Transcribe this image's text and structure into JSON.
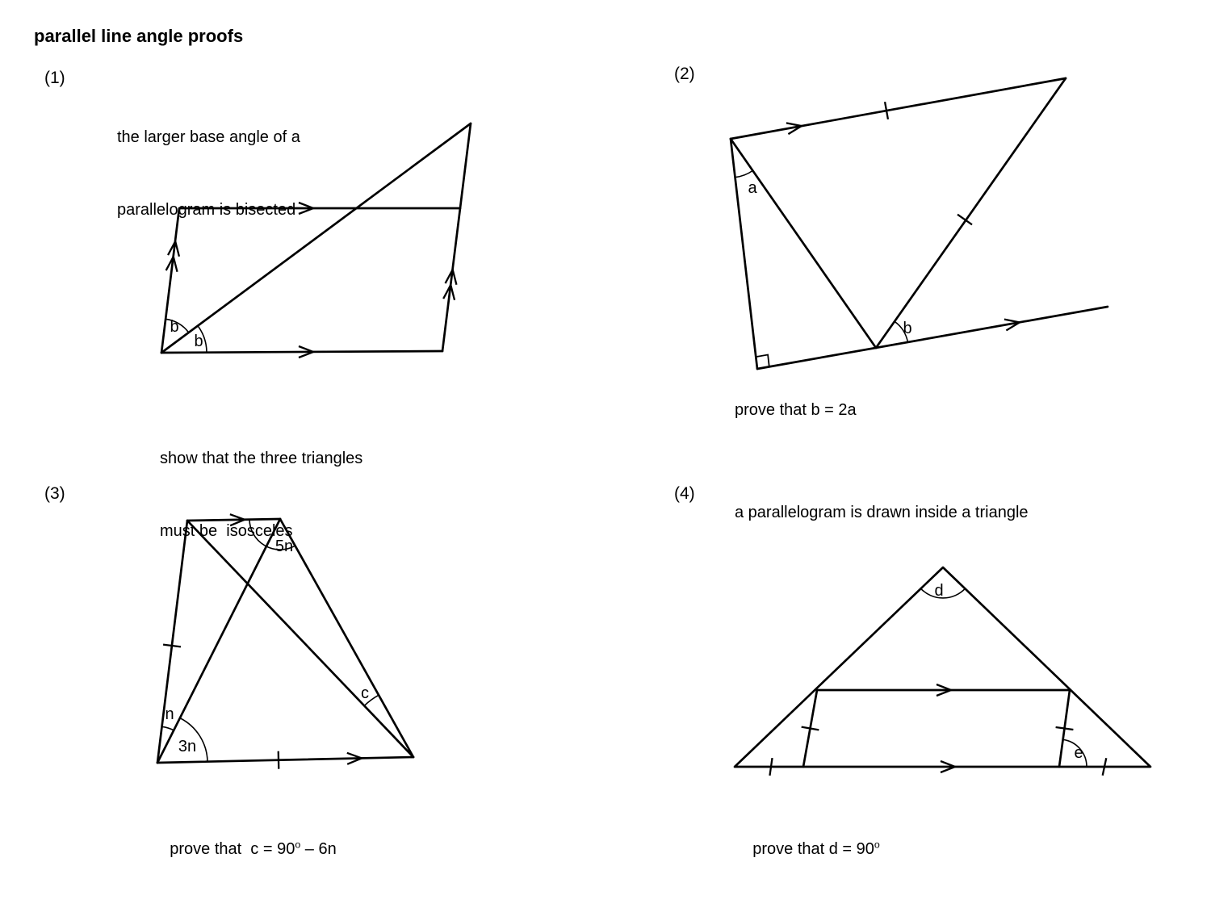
{
  "page": {
    "title": "parallel line angle proofs"
  },
  "problems": {
    "p1": {
      "number": "(1)",
      "description": [
        "the larger base angle of a",
        "parallelogram is bisected"
      ],
      "labels": {
        "b_upper": "b",
        "b_lower": "b"
      },
      "caption": [
        "show that the three triangles",
        "must be  isosceles"
      ]
    },
    "p2": {
      "number": "(2)",
      "labels": {
        "a": "a",
        "b": "b"
      },
      "caption": "prove that b = 2a"
    },
    "p3": {
      "number": "(3)",
      "labels": {
        "five_n": "5n",
        "n": "n",
        "three_n": "3n",
        "c": "c"
      },
      "caption": {
        "prefix": "prove that  c = 90",
        "sup": "o",
        "suffix": " – 6n"
      }
    },
    "p4": {
      "number": "(4)",
      "description": "a parallelogram is drawn inside a triangle",
      "labels": {
        "d": "d",
        "e": "e"
      },
      "caption": {
        "prefix": "prove that d = 90",
        "sup": "o"
      }
    }
  }
}
